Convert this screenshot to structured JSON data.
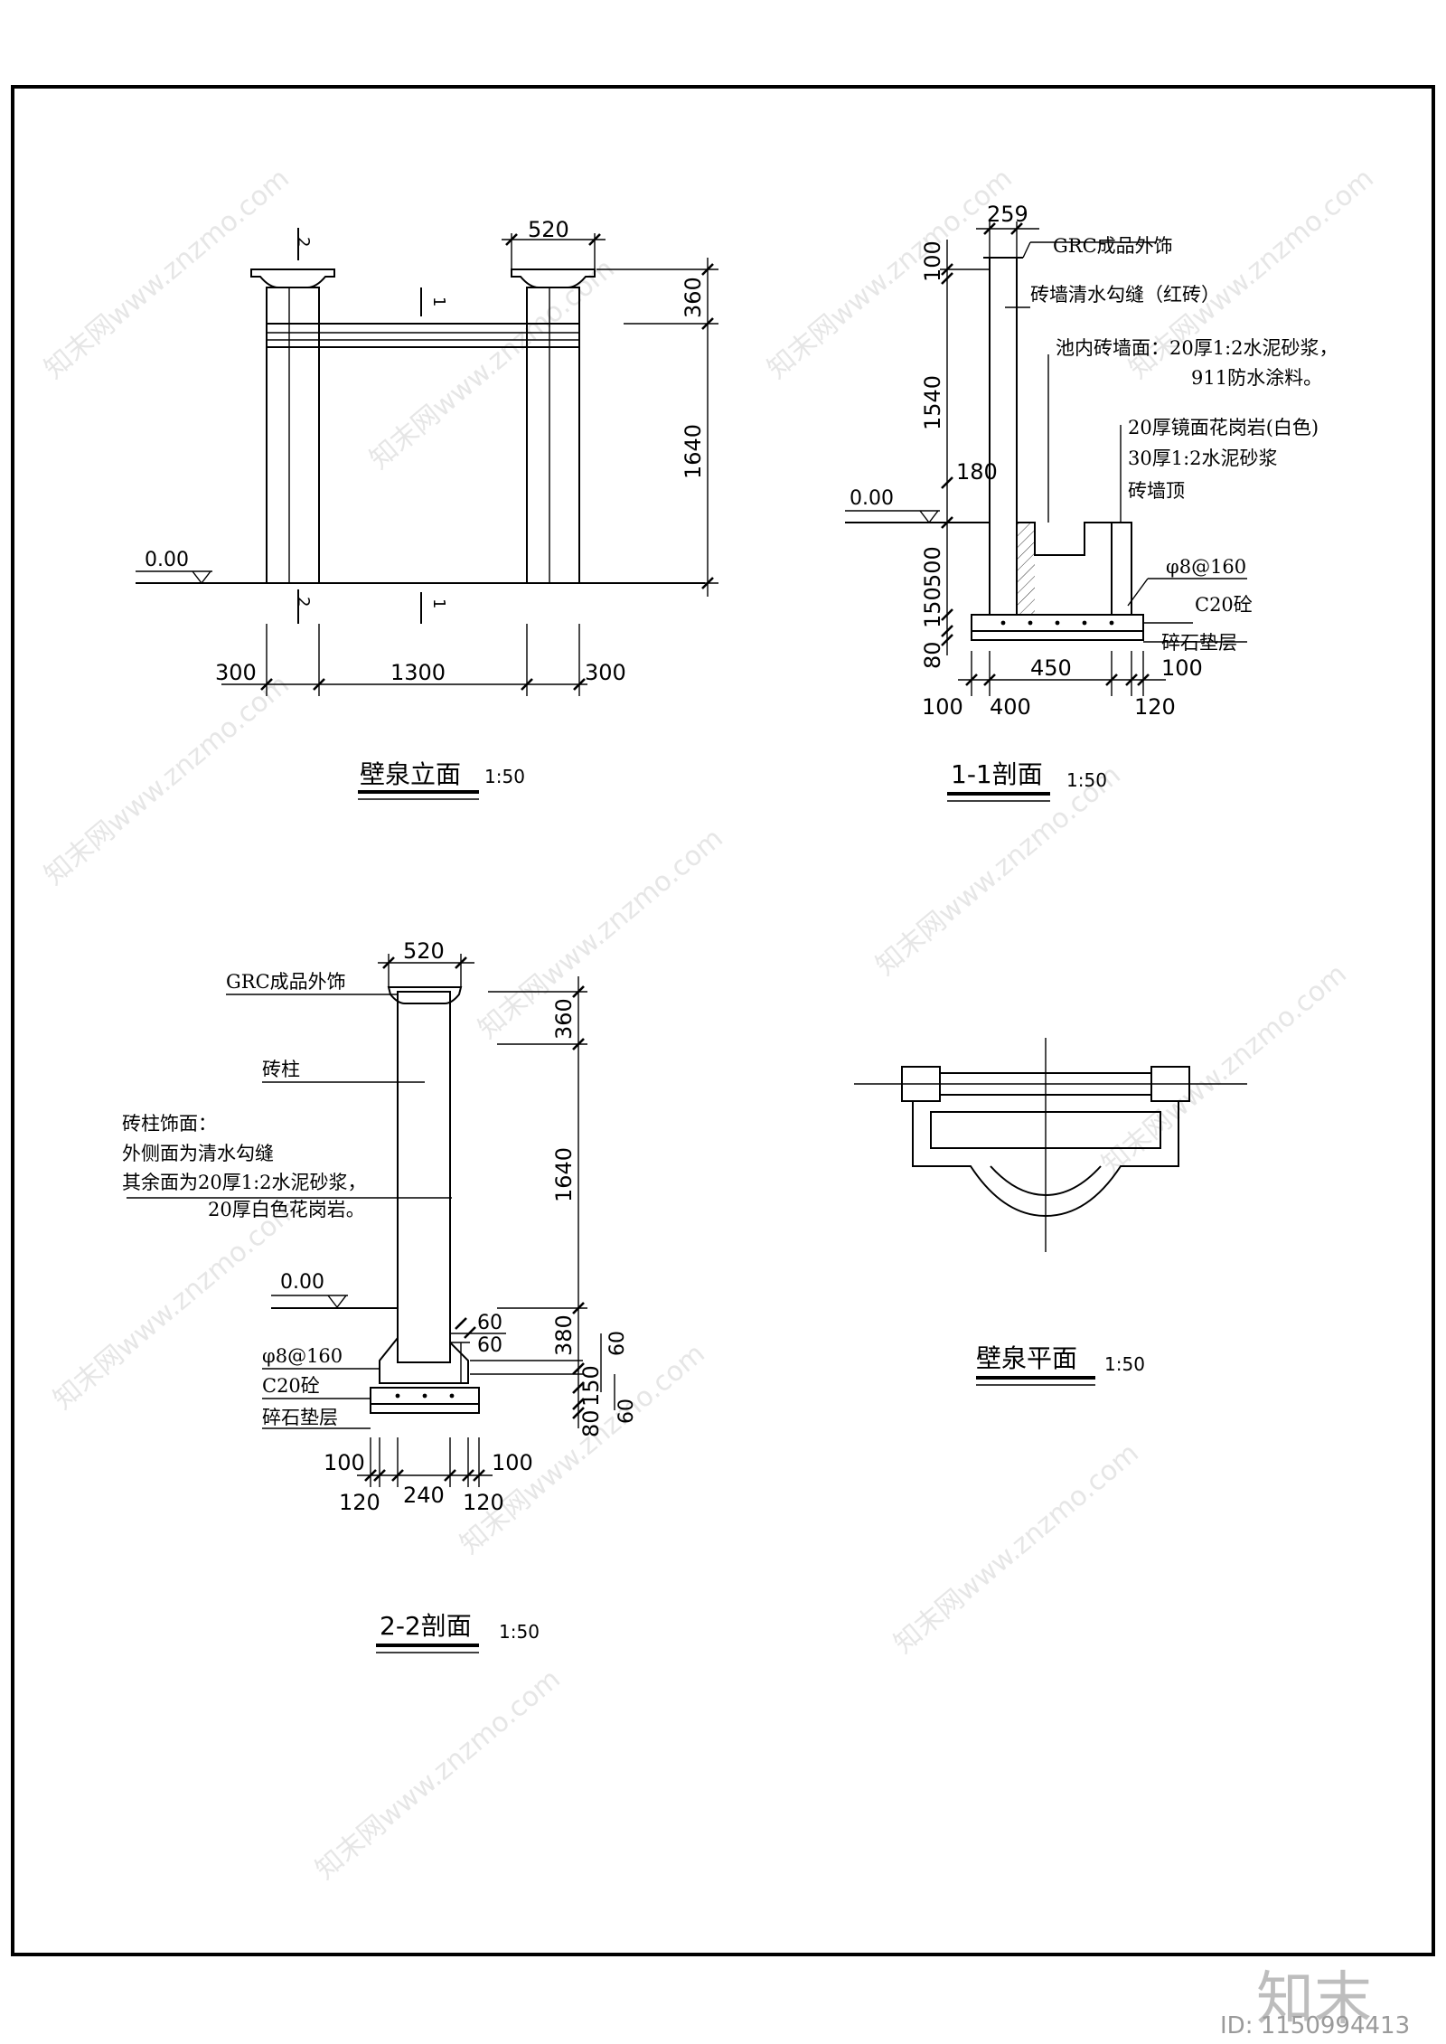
{
  "watermark": {
    "site": "知末网www.znzmo.com",
    "brand": "知末",
    "id": "ID: 1150994413"
  },
  "views": {
    "elevation": {
      "title": "壁泉立面",
      "scale": "1:50",
      "level": "0.00",
      "dims": {
        "top": "520",
        "h1": "360",
        "h2": "1640",
        "b1": "300",
        "b2": "1300",
        "b3": "300"
      },
      "cut1": "1",
      "cut2": "2"
    },
    "section11": {
      "title": "1-1剖面",
      "scale": "1:50",
      "level": "0.00",
      "notes": [
        "GRC成品外饰",
        "砖墙清水勾缝（红砖）",
        "池内砖墙面：20厚1:2水泥砂浆，",
        "911防水涂料。",
        "20厚镜面花岗岩(白色)",
        "30厚1:2水泥砂浆",
        "砖墙顶",
        "φ8@160",
        "C20砼",
        "碎石垫层"
      ],
      "dims": {
        "top": "259",
        "v1": "100",
        "v2": "1540",
        "v3": "180",
        "v4": "500",
        "v5": "150",
        "v6": "80",
        "b1": "100",
        "b2": "400",
        "b3": "450",
        "b4": "100",
        "b5": "120"
      }
    },
    "section22": {
      "title": "2-2剖面",
      "scale": "1:50",
      "level": "0.00",
      "notes": [
        "GRC成品外饰",
        "砖柱",
        "砖柱饰面：",
        "外侧面为清水勾缝",
        "其余面为20厚1:2水泥砂浆，",
        "20厚白色花岗岩。",
        "φ8@160",
        "C20砼",
        "碎石垫层"
      ],
      "dims": {
        "top": "520",
        "v1": "360",
        "v2": "1640",
        "v3": "380",
        "v4": "150",
        "v5": "80",
        "s1": "60",
        "s2": "60",
        "s3": "60",
        "s4": "60",
        "b1": "100",
        "b2": "100",
        "b3": "120",
        "b4": "240",
        "b5": "120"
      }
    },
    "plan": {
      "title": "壁泉平面",
      "scale": "1:50"
    }
  }
}
